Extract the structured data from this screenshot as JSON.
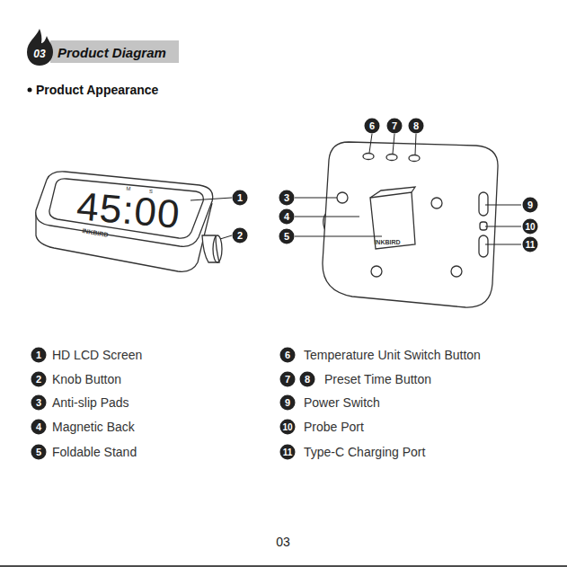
{
  "diagram": {
    "title": "Product Diagram",
    "labels": [
      "03",
      "Product Appearance",
      "M",
      "S",
      "45:00",
      "INKBIRD",
      "1",
      "2",
      "3",
      "4",
      "5",
      "INKBIRD",
      "6",
      "7",
      "8",
      "9",
      "10",
      "11",
      "1",
      "HD LCD Screen",
      "2",
      "Knob Button",
      "3",
      "Anti-slip Pads",
      "4",
      "Magnetic Back",
      "5",
      "Foldable Stand",
      "6",
      "Temperature Unit Switch Button",
      "7",
      "8",
      "Preset Time Button",
      "9",
      "Power Switch",
      "10",
      "Probe Port",
      "11",
      "Type-C Charging Port",
      "03"
    ]
  }
}
